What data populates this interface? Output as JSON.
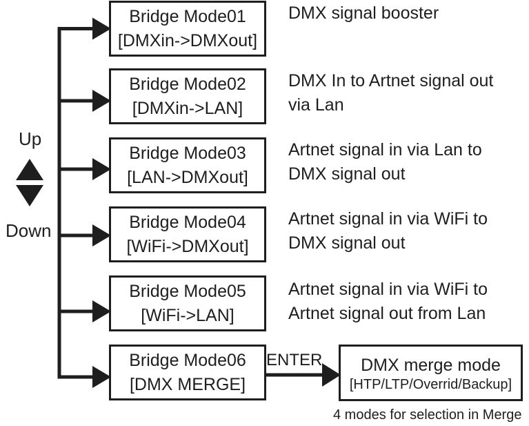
{
  "palette": {
    "ink": "#1e1e1e",
    "background": "#ffffff"
  },
  "nav": {
    "up_label": "Up",
    "down_label": "Down"
  },
  "modes": [
    {
      "title": "Bridge Mode01",
      "param": "[DMXin->DMXout]",
      "description": "DMX signal booster"
    },
    {
      "title": "Bridge Mode02",
      "param": "[DMXin->LAN]",
      "description": "DMX In to Artnet signal out\nvia Lan"
    },
    {
      "title": "Bridge Mode03",
      "param": "[LAN->DMXout]",
      "description": "Artnet signal in via Lan to\nDMX signal out"
    },
    {
      "title": "Bridge Mode04",
      "param": "[WiFi->DMXout]",
      "description": "Artnet signal in via WiFi to\nDMX signal out"
    },
    {
      "title": "Bridge Mode05",
      "param": "[WiFi->LAN]",
      "description": "Artnet signal in via WiFi to\nArtnet signal out from Lan"
    },
    {
      "title": "Bridge Mode06",
      "param": "[DMX MERGE]",
      "description": ""
    }
  ],
  "enter": {
    "label": "ENTER"
  },
  "merge": {
    "title": "DMX merge mode",
    "param": "[HTP/LTP/Overrid/Backup]",
    "note": "4 modes for selection in Merge"
  }
}
